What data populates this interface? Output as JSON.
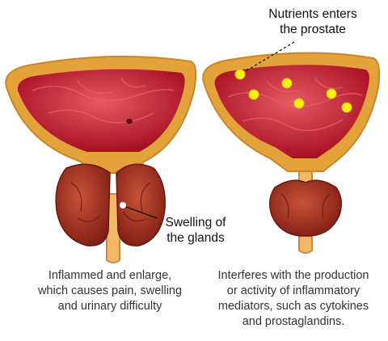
{
  "colors": {
    "capsule_outer": "#e0a63a",
    "capsule_inner": "#f6cf7d",
    "bladder_fill": "#b8152a",
    "bladder_highlight": "#e0475a",
    "gland_fill": "#9e2a1c",
    "gland_light": "#c9523a",
    "nutrient_dot": "#f7ef12",
    "background": "#ffffff"
  },
  "labels": {
    "nutrients": [
      "Nutrients enters",
      "the prostate"
    ],
    "swelling": [
      "Swelling of",
      "the glands"
    ]
  },
  "captions": {
    "left": [
      "Inflammed and enlarge,",
      "which causes pain, swelling",
      "and urinary difficulty"
    ],
    "right": [
      "Interferes with the production",
      "or activity of inflammatory",
      "mediators, such as cytokines",
      "and prostaglandins."
    ]
  }
}
